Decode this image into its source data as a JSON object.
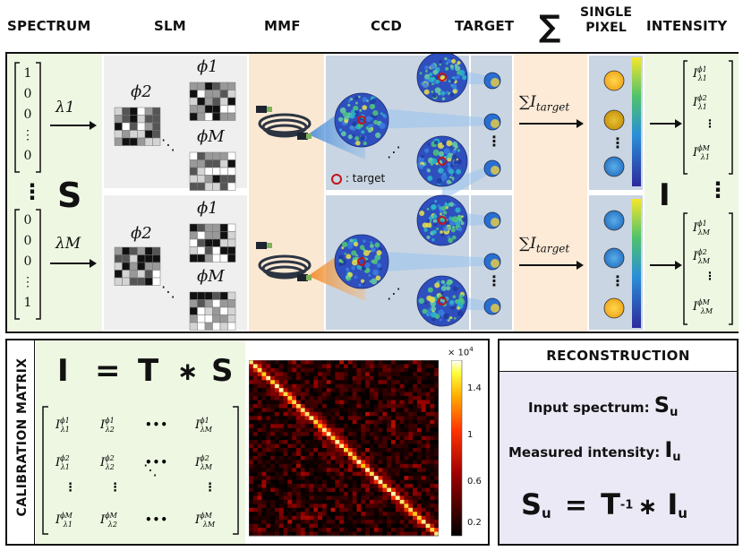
{
  "headers": {
    "spectrum": "SPECTRUM",
    "slm": "SLM",
    "mmf": "MMF",
    "ccd": "CCD",
    "target": "TARGET",
    "sigma": "∑",
    "single_pixel_line1": "SINGLE",
    "single_pixel_line2": "PIXEL",
    "intensity": "INTENSITY"
  },
  "spectrum": {
    "vector1": [
      "1",
      "0",
      "0",
      "⋮",
      "0"
    ],
    "vector2": [
      "0",
      "0",
      "0",
      "⋮",
      "1"
    ],
    "lambda1": "λ1",
    "lambdaM": "λM",
    "S": "S",
    "vdots": "⋮"
  },
  "slm": {
    "phi1": "ϕ1",
    "phi2": "ϕ2",
    "phiM": "ϕM",
    "dots": "⋱"
  },
  "ccd": {
    "target_legend": ": target",
    "dots": "⋰"
  },
  "sum_label": "∑I",
  "sum_sub": "target",
  "intensity": {
    "I": "I",
    "vdots": "⋮"
  },
  "calibration": {
    "side_label": "CALIBRATION MATRIX",
    "eq_I": "I",
    "eq_eq": "=",
    "eq_T": "T",
    "eq_star": "∗",
    "eq_S": "S",
    "dots_h": "•••",
    "dots_v": "⋮"
  },
  "heatmap": {
    "scale_label": "× 10",
    "scale_exp": "4",
    "ticks": [
      "1.4",
      "1",
      "0.6",
      "0.2"
    ]
  },
  "reconstruction": {
    "title": "RECONSTRUCTION",
    "input_label": "Input spectrum:",
    "input_sym": "S",
    "input_sub": "u",
    "measured_label": "Measured intensity:",
    "measured_sym": "I",
    "measured_sub": "u",
    "eq_S": "S",
    "eq_sub": "u",
    "eq_eq": "=",
    "eq_T": "T",
    "eq_inv": "-1",
    "eq_star": "∗",
    "eq_I": "I",
    "eq_sub2": "u"
  },
  "colors": {
    "green_bg": "#eef7e2",
    "slm_bg": "#efefef",
    "mmf_bg": "#fbe8d3",
    "ccd_bg": "#c9d5e2",
    "sum_bg": "#fdebd8",
    "recon_bg": "#ece9f6"
  }
}
